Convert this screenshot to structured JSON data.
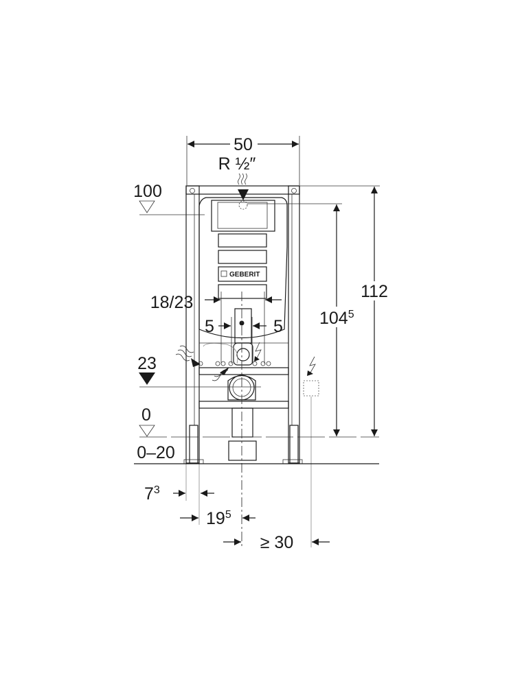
{
  "drawing": {
    "brand_logo": "GEBERIT",
    "dimensions": {
      "width": "50",
      "supply_thread": "R ½″",
      "height_total": "112",
      "height_cistern_main": "104",
      "height_cistern_sup": "5",
      "level_top": "100",
      "level_drain": "23",
      "level_floor": "0",
      "floor_range": "0–20",
      "flush_width": "18/23",
      "offset_left": "5",
      "offset_right": "5",
      "frame_depth_main": "7",
      "frame_depth_sup": "3",
      "axis_offset_main": "19",
      "axis_offset_sup": "5",
      "socket_distance": "≥ 30"
    }
  }
}
